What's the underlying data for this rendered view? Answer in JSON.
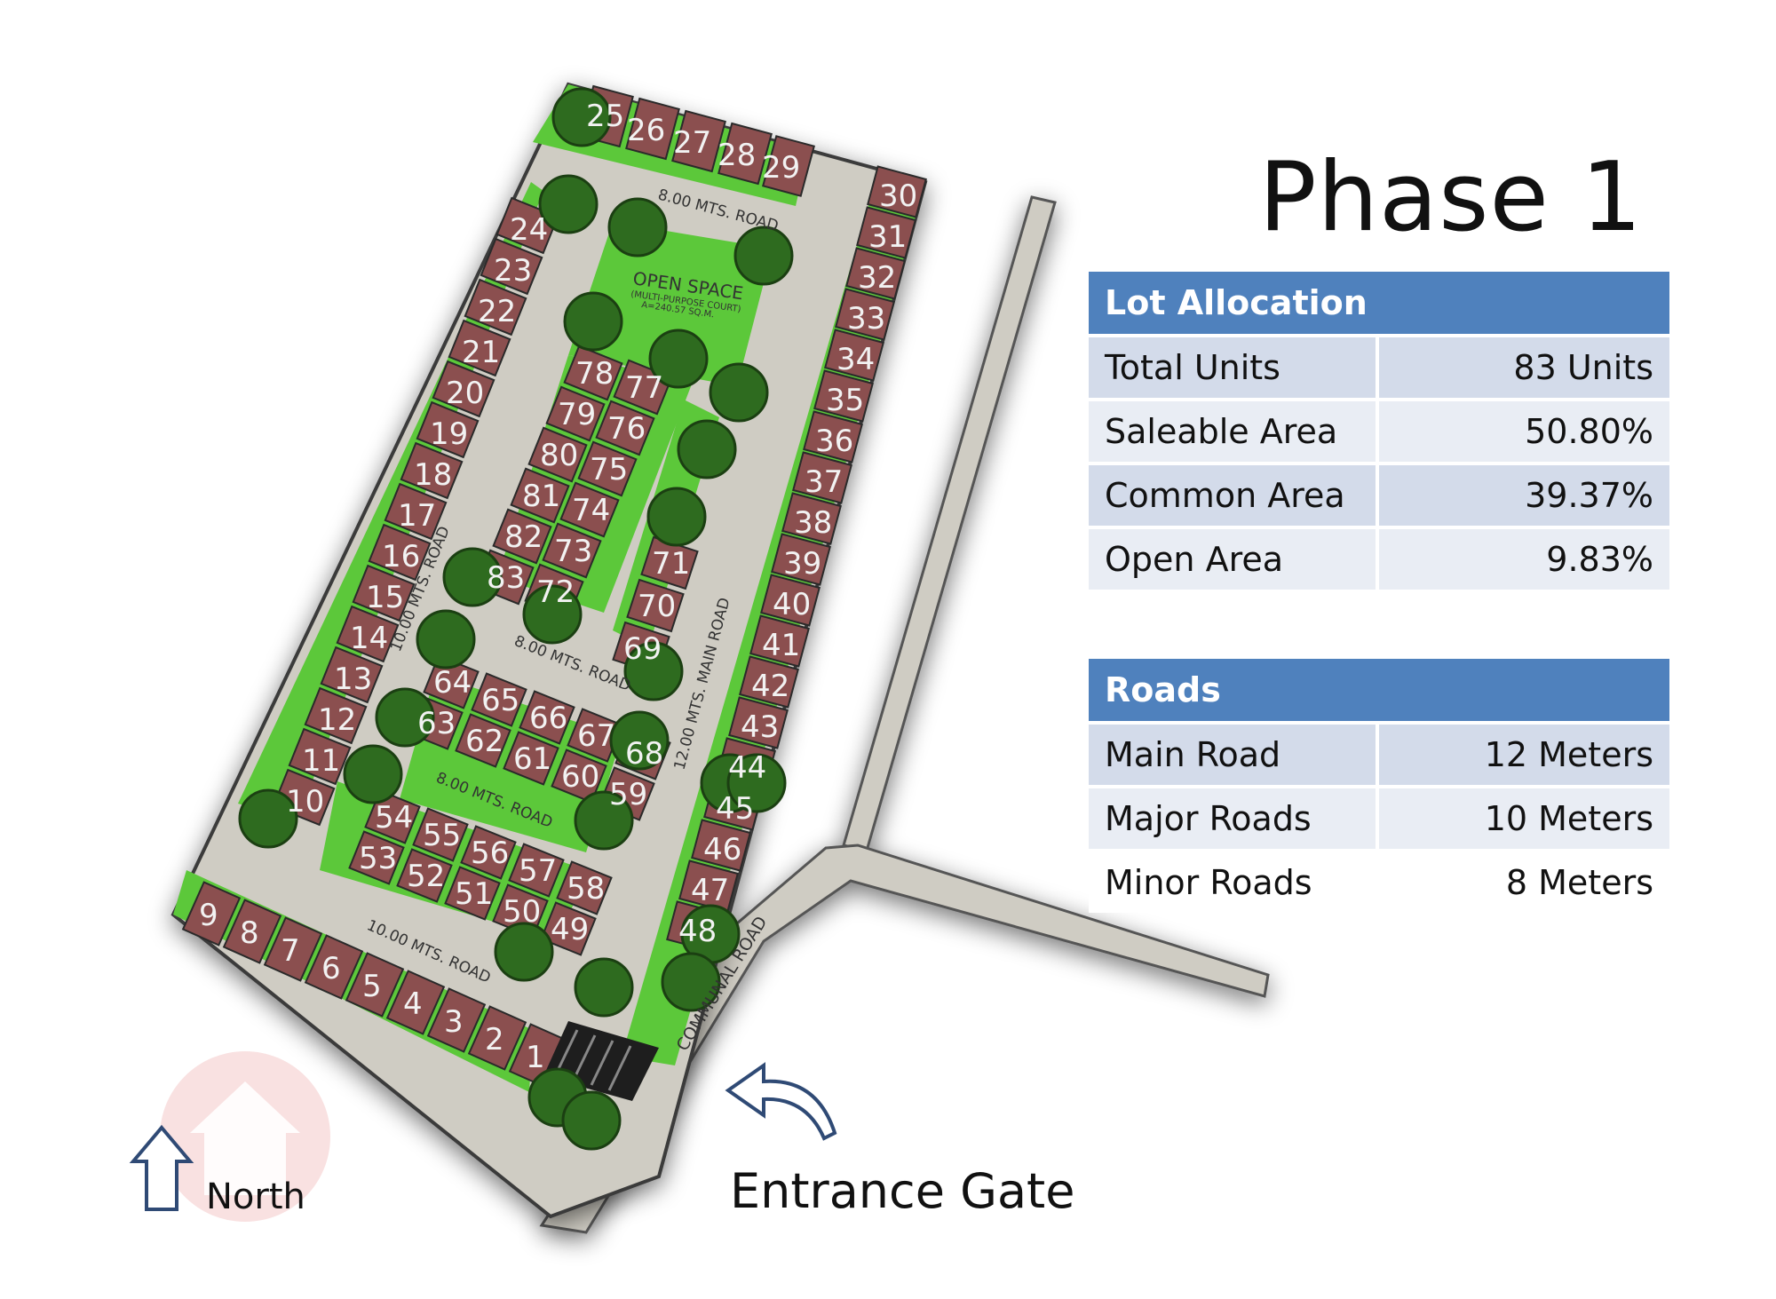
{
  "title": "Phase 1",
  "lot_allocation": {
    "header": "Lot Allocation",
    "rows": [
      {
        "label": "Total Units",
        "value": "83 Units"
      },
      {
        "label": "Saleable Area",
        "value": "50.80%"
      },
      {
        "label": "Common Area",
        "value": "39.37%"
      },
      {
        "label": "Open Area",
        "value": "9.83%"
      }
    ]
  },
  "roads": {
    "header": "Roads",
    "rows": [
      {
        "label": "Main Road",
        "value": "12 Meters"
      },
      {
        "label": "Major Roads",
        "value": "10 Meters"
      },
      {
        "label": "Minor Roads",
        "value": "8 Meters"
      }
    ]
  },
  "map": {
    "north_label": "North",
    "entrance_label": "Entrance Gate",
    "road_labels": {
      "top": "8.00 MTS. ROAD",
      "left": "10.00 MTS. ROAD",
      "middle": "8.00 MTS. ROAD",
      "lower": "8.00 MTS. ROAD",
      "main": "12.00 MTS. MAIN ROAD",
      "bottom": "10.00 MTS. ROAD",
      "communal": "COMMUNAL ROAD"
    },
    "open_space": {
      "title": "OPEN SPACE",
      "subtitle": "(MULTI-PURPOSE COURT)",
      "area": "A=240.57 SQ.M."
    },
    "lots": {
      "top_row": [
        "25",
        "26",
        "27",
        "28",
        "29"
      ],
      "right_column": [
        "30",
        "31",
        "32",
        "33",
        "34",
        "35",
        "36",
        "37",
        "38",
        "39",
        "40",
        "41",
        "42",
        "43",
        "44",
        "45",
        "46",
        "47",
        "48"
      ],
      "left_column": [
        "24",
        "23",
        "22",
        "21",
        "20",
        "19",
        "18",
        "17",
        "16",
        "15",
        "14",
        "13",
        "12",
        "11",
        "10"
      ],
      "bottom_row": [
        "9",
        "8",
        "7",
        "6",
        "5",
        "4",
        "3",
        "2",
        "1"
      ],
      "block_a": [
        "78",
        "77",
        "79",
        "76",
        "80",
        "75",
        "81",
        "74",
        "82",
        "73",
        "83",
        "72"
      ],
      "block_b": [
        "71",
        "70",
        "69"
      ],
      "block_c": [
        "64",
        "65",
        "66",
        "67",
        "68",
        "63",
        "62",
        "61",
        "60",
        "59"
      ],
      "block_d": [
        "54",
        "55",
        "56",
        "57",
        "58",
        "53",
        "52",
        "51",
        "50",
        "49"
      ]
    },
    "colors": {
      "lot_fill": "#8b4f4f",
      "grass": "#5cc83a",
      "road": "#cfccc3",
      "tree": "#2e6b1f"
    }
  }
}
